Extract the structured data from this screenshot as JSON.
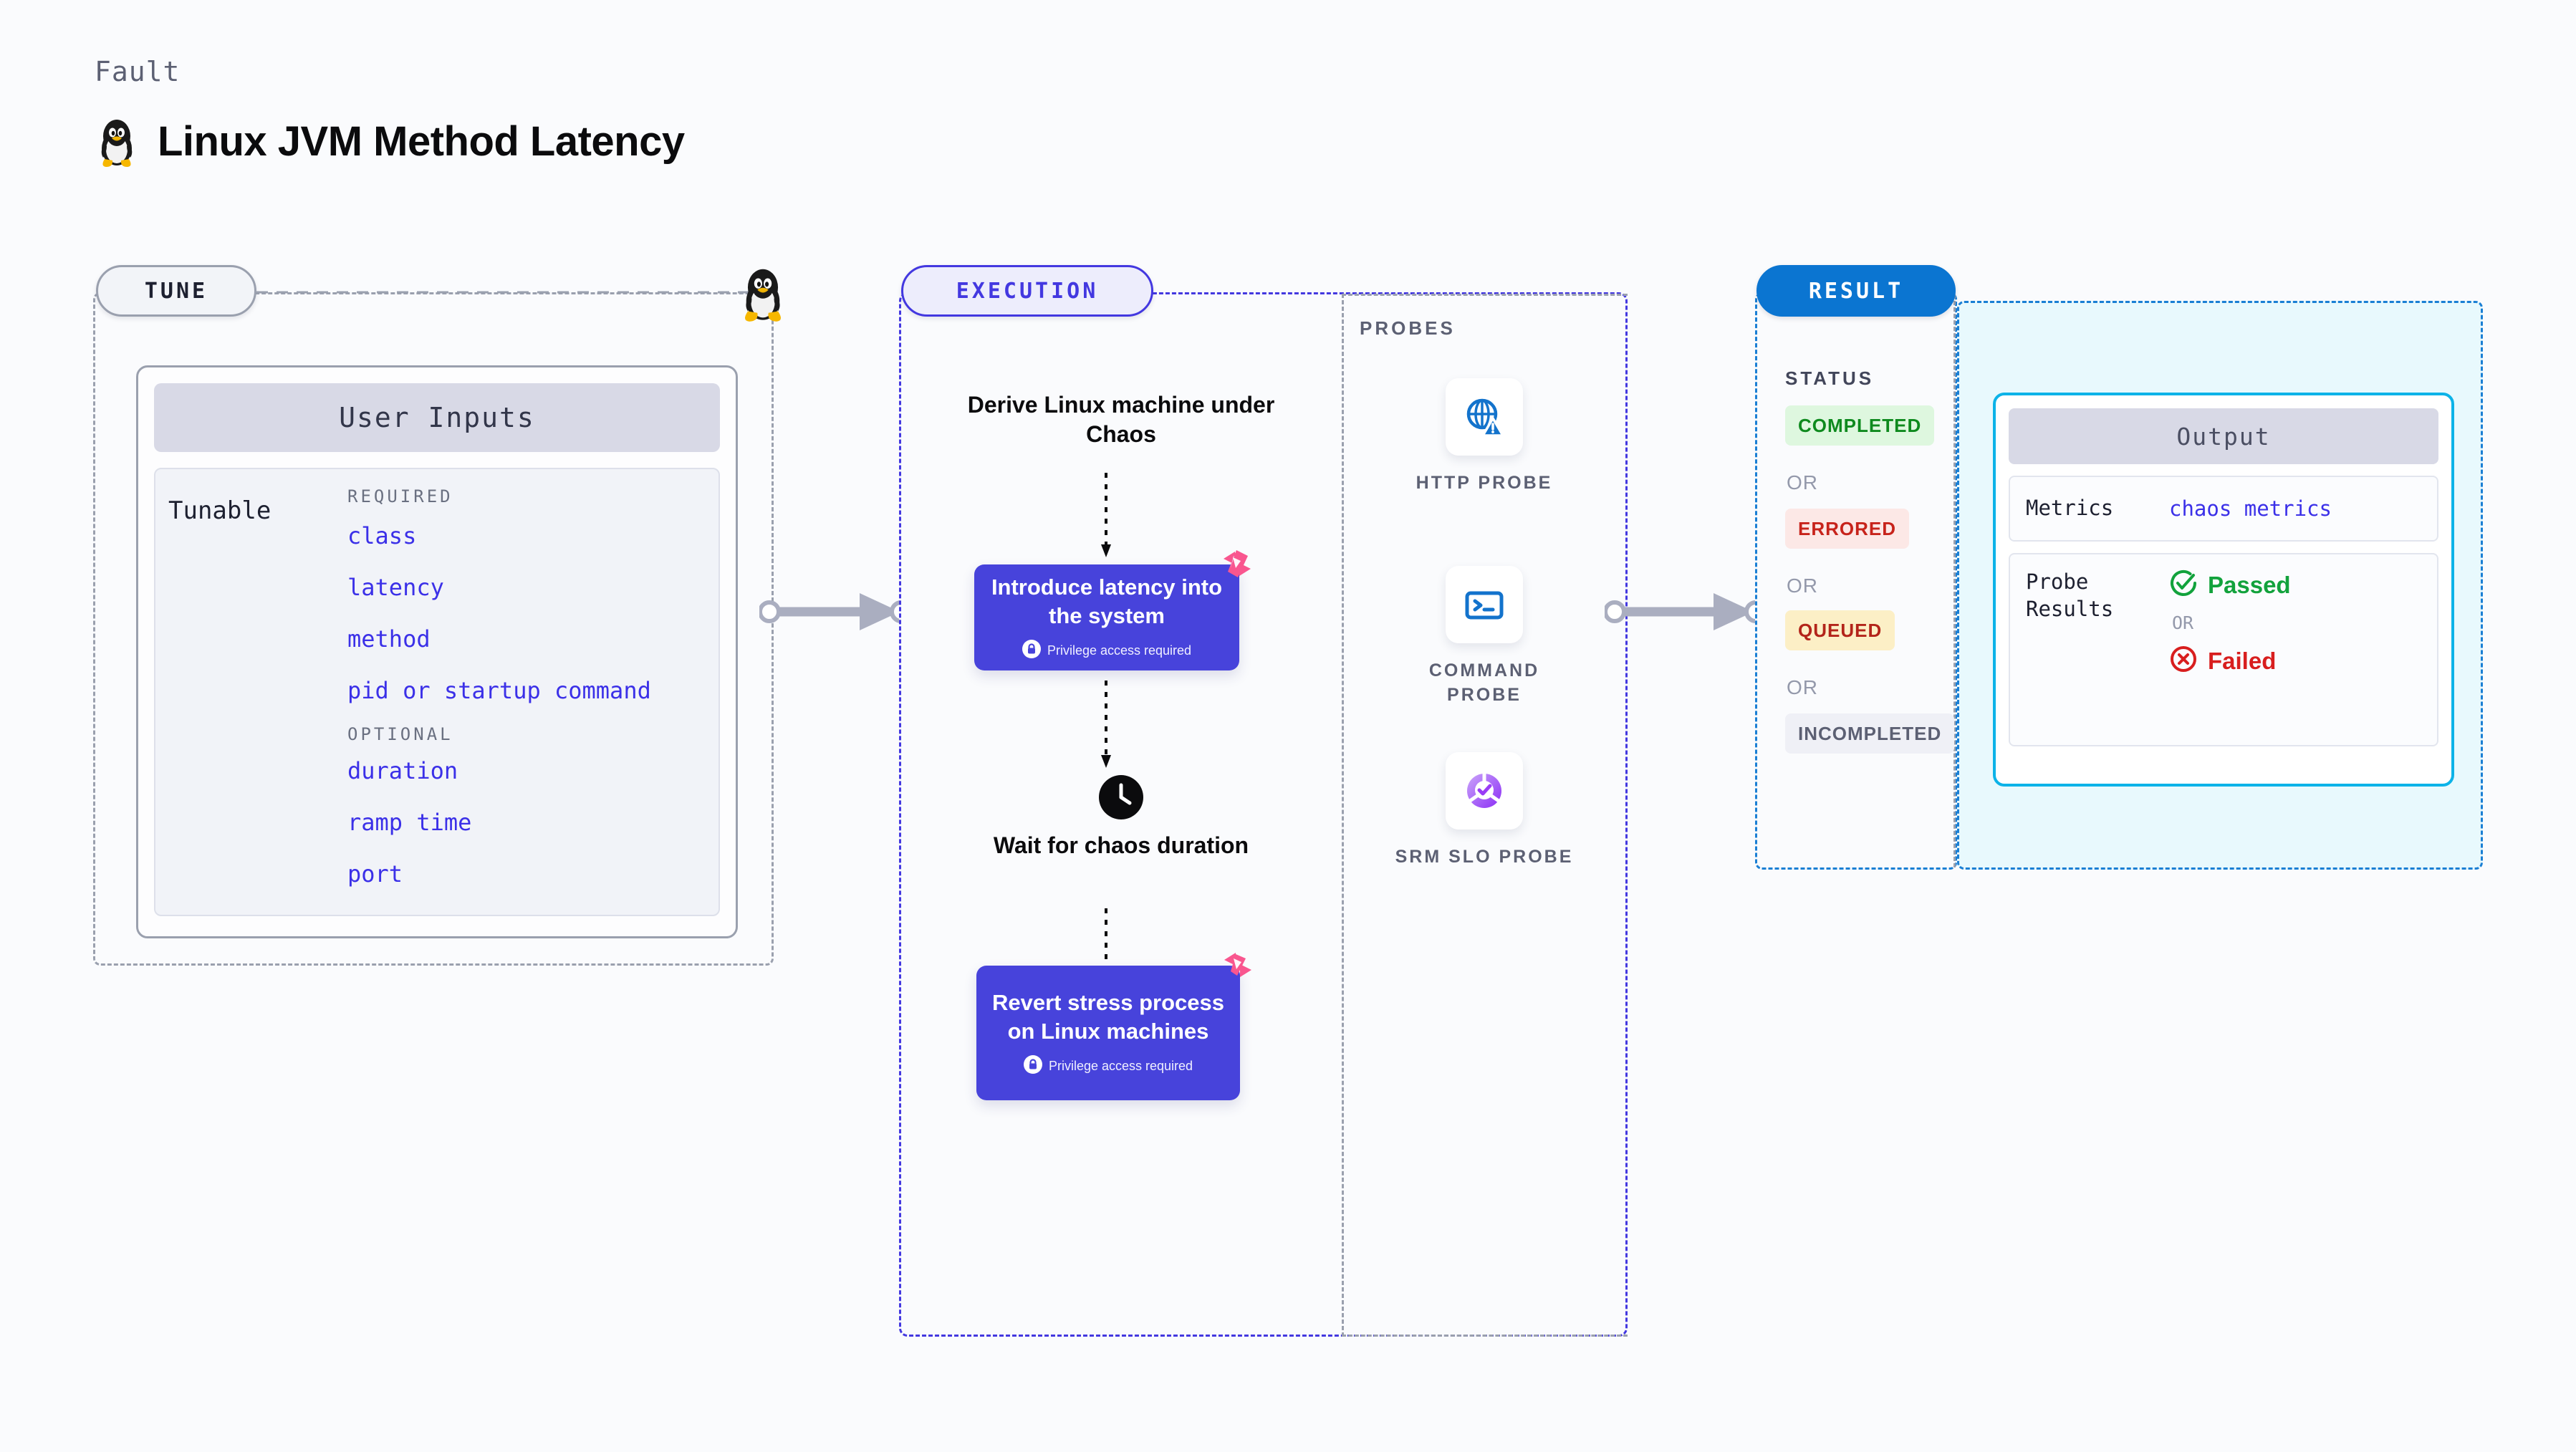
{
  "header": {
    "eyebrow": "Fault",
    "title": "Linux JVM Method Latency",
    "logo_icon": "tux-linux-penguin-icon"
  },
  "tune": {
    "badge": "TUNE",
    "penguin_icon": "tux-linux-penguin-icon",
    "card_title": "User Inputs",
    "tunable_label": "Tunable",
    "groups": [
      {
        "heading": "REQUIRED",
        "items": [
          "class",
          "latency",
          "method",
          "pid or startup command"
        ]
      },
      {
        "heading": "OPTIONAL",
        "items": [
          "duration",
          "ramp time",
          "port"
        ]
      }
    ]
  },
  "execution": {
    "badge": "EXECUTION",
    "steps": [
      {
        "type": "text",
        "label": "Derive Linux machine under Chaos"
      },
      {
        "type": "node",
        "label": "Introduce latency into the system",
        "note": "Privilege access required",
        "note_icon": "lock-icon",
        "corner_icon": "harness-logo-icon"
      },
      {
        "type": "wait",
        "label": "Wait for chaos duration",
        "icon": "clock-icon"
      },
      {
        "type": "node",
        "label": "Revert stress process on Linux machines",
        "note": "Privilege access required",
        "note_icon": "lock-icon",
        "corner_icon": "harness-logo-icon"
      }
    ]
  },
  "probes": {
    "label": "PROBES",
    "items": [
      {
        "name": "HTTP PROBE",
        "icon": "globe-warning-icon"
      },
      {
        "name": "COMMAND PROBE",
        "icon": "terminal-icon"
      },
      {
        "name": "SRM SLO PROBE",
        "icon": "slo-donut-check-icon"
      }
    ]
  },
  "result": {
    "badge": "RESULT",
    "status_label": "STATUS",
    "or_label": "OR",
    "statuses": [
      {
        "label": "COMPLETED",
        "color": "#0E8A1E",
        "bg": "#DEF7DF"
      },
      {
        "label": "ERRORED",
        "color": "#C7231B",
        "bg": "#FCE8E6"
      },
      {
        "label": "QUEUED",
        "color": "#B3241A",
        "bg": "#FCEFC6"
      },
      {
        "label": "INCOMPLETED",
        "color": "#5C6073",
        "bg": "#EFF0F6"
      }
    ],
    "output": {
      "title": "Output",
      "metrics_key": "Metrics",
      "metrics_value": "chaos metrics",
      "probe_results_key": "Probe Results",
      "passed_label": "Passed",
      "passed_icon": "check-circle-icon",
      "or_label": "OR",
      "failed_label": "Failed",
      "failed_icon": "x-circle-icon"
    }
  },
  "connectors": [
    {
      "name": "tune-to-execution-arrow",
      "icon": "arrow-right-icon"
    },
    {
      "name": "execution-to-result-arrow",
      "icon": "arrow-right-icon"
    }
  ],
  "colors": {
    "page_bg": "#FAFBFD",
    "indigo": "#4338E0",
    "node_fill": "#4743DB",
    "exec_bg": "#E4E4FB",
    "result_blue": "#0B75D1",
    "output_cyan": "#0CB3E8",
    "output_bg": "#E8F9FD",
    "pink": "#F9568F",
    "gray_dash": "#9AA0AE",
    "mono_blue": "#3B30E8"
  }
}
